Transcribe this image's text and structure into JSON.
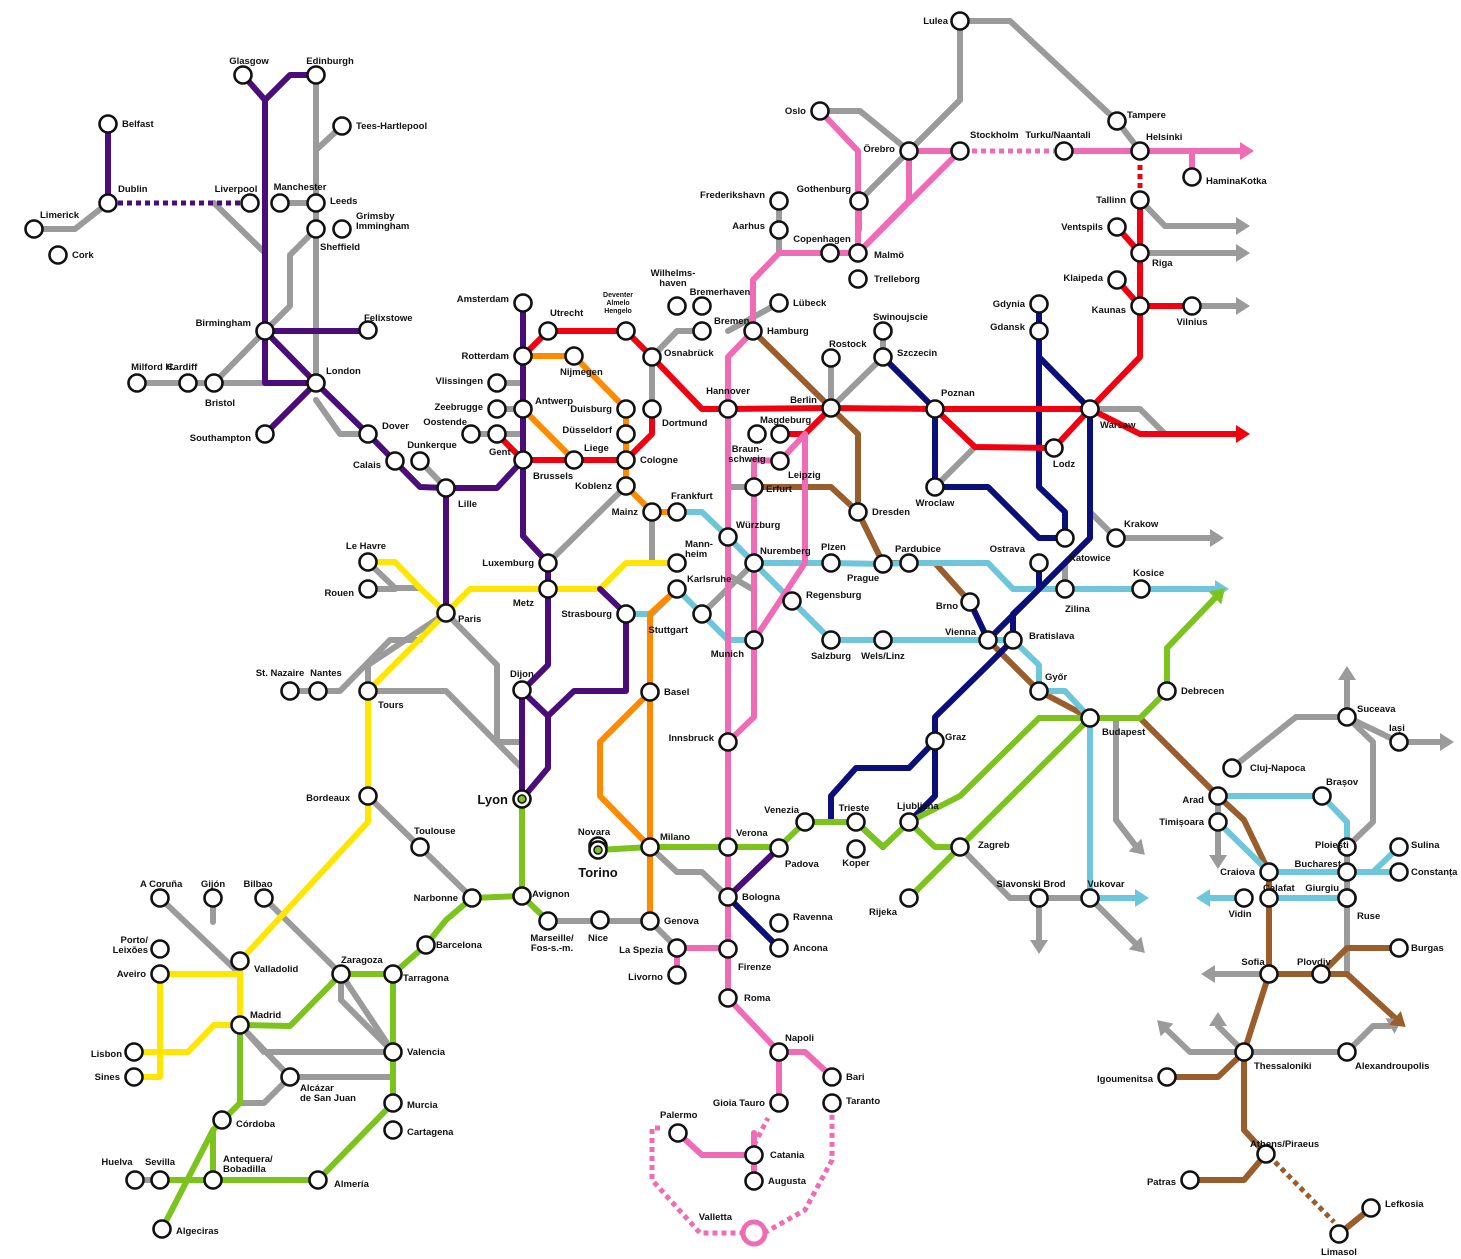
{
  "colors": {
    "background": "#ffffff",
    "grey": "#9b9b9b",
    "purple": "#4a0d7a",
    "red": "#f2000f",
    "orange": "#ff8a00",
    "pink": "#f06bb6",
    "yellow": "#ffe600",
    "green": "#7dc31e",
    "navy": "#0b0f7a",
    "brown": "#9a5e2c",
    "cyan": "#6ec6db",
    "station_stroke": "#111111"
  },
  "stations": {
    "lulea": "Lulea",
    "tampere": "Tampere",
    "helsinki": "Helsinki",
    "haminakotka": "HaminaKotka",
    "turku": "Turku/Naantali",
    "stockholm": "Stockholm",
    "orebro": "Örebro",
    "oslo": "Oslo",
    "gothenburg": "Gothenburg",
    "frederikshavn": "Frederikshavn",
    "aarhus": "Aarhus",
    "copenhagen": "Copenhagen",
    "malmo": "Malmö",
    "trelleborg": "Trelleborg",
    "lubeck": "Lübeck",
    "tallinn": "Tallinn",
    "ventspils": "Ventspils",
    "riga": "Riga",
    "klaipeda": "Klaipeda",
    "kaunas": "Kaunas",
    "vilnius": "Vilnius",
    "gdynia": "Gdynia",
    "gdansk": "Gdansk",
    "swinoujscie": "Swinoujscie",
    "szczecin": "Szczecin",
    "rostock": "Rostock",
    "glasgow": "Glasgow",
    "edinburgh": "Edinburgh",
    "tees": "Tees-Hartlepool",
    "belfast": "Belfast",
    "dublin": "Dublin",
    "limerick": "Limerick",
    "cork": "Cork",
    "liverpool": "Liverpool",
    "manchester": "Manchester",
    "leeds": "Leeds",
    "grimsby": "Grimsby\nImmingham",
    "sheffield": "Sheffield",
    "birmingham": "Birmingham",
    "felixstowe": "Felixstowe",
    "milford": "Milford H.",
    "cardiff": "Cardiff",
    "bristol": "Bristol",
    "london": "London",
    "southampton": "Southampton",
    "dover": "Dover",
    "calais": "Calais",
    "dunkerque": "Dunkerque",
    "amsterdam": "Amsterdam",
    "utrecht": "Utrecht",
    "deventer": "Deventer\nAlmelo\nHengelo",
    "wilhelmshaven": "Wilhelms-\nhaven",
    "bremerhaven": "Bremerhaven",
    "bremen": "Bremen",
    "hamburg": "Hamburg",
    "rotterdam": "Rotterdam",
    "nijmegen": "Nijmegen",
    "osnabruck": "Osnabrück",
    "vlissingen": "Vlissingen",
    "zeebrugge": "Zeebrugge",
    "oostende": "Oostende",
    "antwerp": "Antwerp",
    "duisburg": "Duisburg",
    "dortmund": "Dortmund",
    "hannover": "Hannover",
    "berlin": "Berlin",
    "gent": "Gent",
    "dusseldorf": "Düsseldorf",
    "liege": "Liege",
    "brussels": "Brussels",
    "cologne": "Cologne",
    "magdeburg": "Magdeburg",
    "braunschweig": "Braun-\nschweig",
    "leipzig": "Leipzig",
    "poznan": "Poznan",
    "warsaw": "Warsaw",
    "lodz": "Lodz",
    "lille": "Lille",
    "koblenz": "Koblenz",
    "frankfurt": "Frankfurt",
    "erfurt": "Erfurt",
    "mainz": "Mainz",
    "wurzburg": "Würzburg",
    "dresden": "Dresden",
    "wroclaw": "Wroclaw",
    "krakow": "Krakow",
    "lehavre": "Le Havre",
    "rouen": "Rouen",
    "paris": "Paris",
    "luxemburg": "Luxemburg",
    "metz": "Metz",
    "mannheim": "Mann-\nheim",
    "karlsruhe": "Karlsruhe",
    "nuremberg": "Nuremberg",
    "plzen": "Plzen",
    "prague": "Prague",
    "pardubice": "Pardubice",
    "ostrava": "Ostrava",
    "katowice": "Katowice",
    "kosice": "Kosice",
    "zilina": "Zilina",
    "brno": "Brno",
    "strasbourg": "Strasbourg",
    "stuttgart": "Stuttgart",
    "regensburg": "Regensburg",
    "vienna": "Vienna",
    "bratislava": "Bratislava",
    "munich": "Munich",
    "salzburg": "Salzburg",
    "welslinz": "Wels/Linz",
    "stnazaire": "St. Nazaire",
    "nantes": "Nantes",
    "tours": "Tours",
    "dijon": "Dijon",
    "basel": "Basel",
    "gyor": "Győr",
    "debrecen": "Debrecen",
    "budapest": "Budapest",
    "innsbruck": "Innsbruck",
    "graz": "Graz",
    "suceava": "Suceava",
    "iasi": "Iași",
    "clujnapoca": "Cluj-Napoca",
    "bordeaux": "Bordeaux",
    "lyon": "Lyon",
    "arad": "Arad",
    "brasov": "Brașov",
    "timisoara": "Timișoara",
    "toulouse": "Toulouse",
    "novara": "Novara",
    "torino": "Torino",
    "milano": "Milano",
    "verona": "Verona",
    "venezia": "Venezia",
    "trieste": "Trieste",
    "ljubljana": "Ljubljana",
    "zagreb": "Zagreb",
    "ploiesti": "Ploiești",
    "sulina": "Sulina",
    "padova": "Padova",
    "koper": "Koper",
    "bucharest": "Bucharest",
    "constanta": "Constanța",
    "craiova": "Craiova",
    "acoruna": "A Coruña",
    "gijon": "Gijón",
    "bilbao": "Bilbao",
    "narbonne": "Narbonne",
    "avignon": "Avignon",
    "bologna": "Bologna",
    "slavonski": "Slavonski Brod",
    "vukovar": "Vukovar",
    "calafat": "Calafat",
    "giurgiu": "Giurgiu",
    "vidin": "Vidin",
    "ruse": "Ruse",
    "rijeka": "Rijeka",
    "porto": "Porto/\nLeixões",
    "marseille": "Marseille/\nFos-s.-m.",
    "nice": "Nice",
    "genova": "Genova",
    "ravenna": "Ravenna",
    "barcelona": "Barcelona",
    "aveiro": "Aveiro",
    "valladolid": "Valladolid",
    "laspezia": "La Spezia",
    "ancona": "Ancona",
    "firenze": "Firenze",
    "zaragoza": "Zaragoza",
    "tarragona": "Tarragona",
    "livorno": "Livorno",
    "sofia": "Sofia",
    "plovdiv": "Plovdiv",
    "burgas": "Burgas",
    "madrid": "Madrid",
    "roma": "Roma",
    "lisbon": "Lisbon",
    "valencia": "Valencia",
    "napoli": "Napoli",
    "thessaloniki": "Thessaloniki",
    "alexandroupolis": "Alexandroupolis",
    "sines": "Sines",
    "alcazar": "Alcázar\nde San Juan",
    "bari": "Bari",
    "taranto": "Taranto",
    "igoumenitsa": "Igoumenitsa",
    "murcia": "Murcia",
    "gioiatauro": "Gioia Tauro",
    "cordoba": "Córdoba",
    "cartagena": "Cartagena",
    "palermo": "Palermo",
    "catania": "Catania",
    "athens": "Athens/Piraeus",
    "huelva": "Huelva",
    "sevilla": "Sevilla",
    "antequera": "Antequera/\nBobadilla",
    "almeria": "Almería",
    "augusta": "Augusta",
    "patras": "Patras",
    "algeciras": "Algeciras",
    "valletta": "Valletta",
    "lefkosia": "Lefkosia",
    "limasol": "Limasol"
  }
}
